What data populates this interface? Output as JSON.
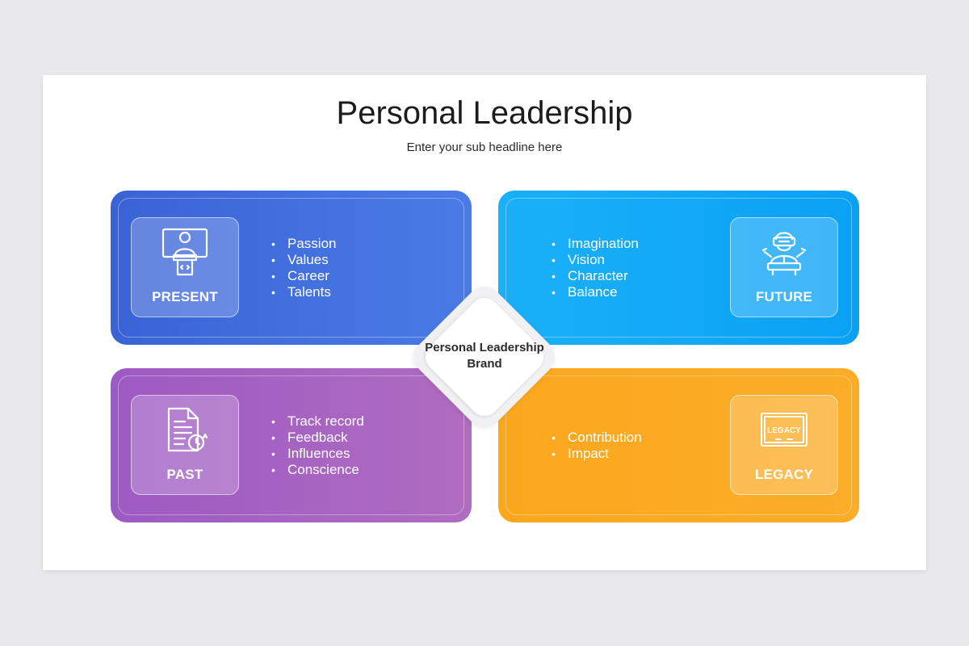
{
  "title": "Personal Leadership",
  "subtitle": "Enter your sub headline here",
  "center": {
    "line1": "Personal Leadership",
    "line2": "Brand"
  },
  "quadrants": {
    "present": {
      "label": "PRESENT",
      "icon": "presenter-at-podium-icon",
      "items": [
        "Passion",
        "Values",
        "Career",
        "Talents"
      ],
      "color": "#3f6ddf"
    },
    "future": {
      "label": "FUTURE",
      "icon": "vr-headset-person-icon",
      "items": [
        "Imagination",
        "Vision",
        "Character",
        "Balance"
      ],
      "color": "#12a8f7"
    },
    "past": {
      "label": "PAST",
      "icon": "document-history-icon",
      "items": [
        "Track record",
        "Feedback",
        "Influences",
        "Conscience"
      ],
      "color": "#a564c2"
    },
    "legacy": {
      "label": "LEGACY",
      "icon": "legacy-certificate-icon",
      "items": [
        "Contribution",
        "Impact"
      ],
      "color": "#fbaa22"
    }
  }
}
